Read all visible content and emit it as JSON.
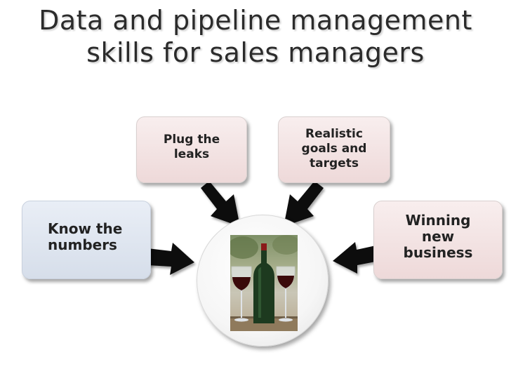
{
  "title": "Data and pipeline management\nskills for sales managers",
  "boxes": {
    "plug": "Plug the\nleaks",
    "realistic": "Realistic\ngoals and\ntargets",
    "know": "Know the\nnumbers",
    "winning": "Winning\nnew\nbusiness"
  },
  "center_image": "wine-bottle-and-glasses",
  "colors": {
    "pink_box": "#f0dcdc",
    "blue_box": "#dde4ef",
    "arrow": "#111111"
  }
}
